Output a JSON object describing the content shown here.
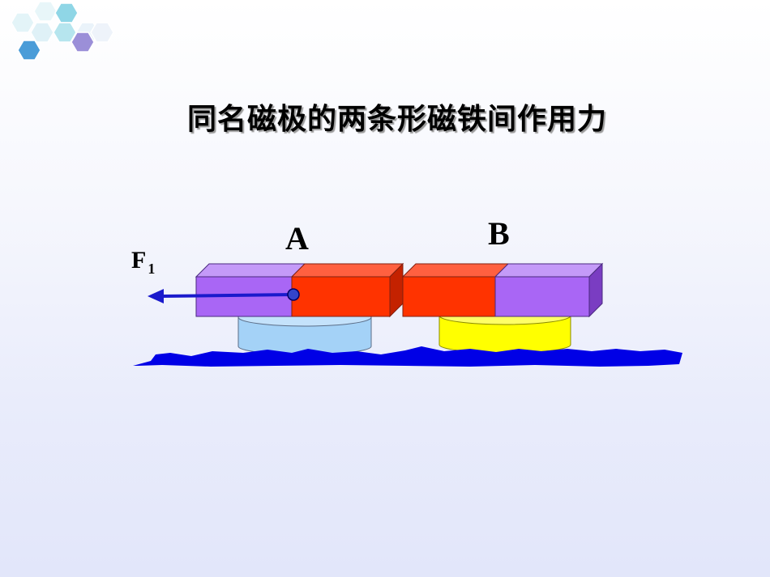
{
  "slide": {
    "title": "同名磁极的两条形磁铁间作用力"
  },
  "diagram": {
    "magnet_a_label": "A",
    "magnet_b_label": "B",
    "force_label": "F",
    "force_subscript": "1"
  },
  "colors": {
    "magnet_purple": "#a966f5",
    "magnet_red": "#ff3300",
    "stand_a_blue": "#a4d2f7",
    "stand_b_yellow": "#ffff00",
    "table_blue": "#0000e6",
    "arrow_blue": "#1a1acc",
    "hex_teal": "#8fd6e6",
    "hex_blue": "#4a9cd8",
    "hex_purple": "#9b8fd8"
  }
}
